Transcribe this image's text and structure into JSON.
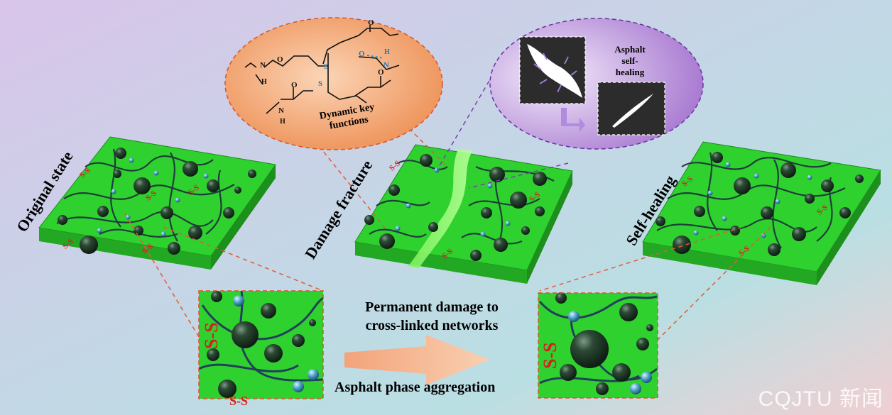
{
  "labels": {
    "original_state": "Original state",
    "damage_fracture": "Damage fracture",
    "self_healing": "Self-healing",
    "permanent_damage_line1": "Permanent damage to",
    "permanent_damage_line2": "cross-linked networks",
    "asphalt_aggregation": "Asphalt phase aggregation",
    "dynamic_key_line1": "Dynamic key",
    "dynamic_key_line2": "functions",
    "asphalt_line1": "Asphalt",
    "asphalt_line2": "self-",
    "asphalt_line3": "healing",
    "ss_bond": "S-S"
  },
  "chem_atoms": {
    "n": "N",
    "h": "H",
    "o": "O",
    "s": "S"
  },
  "watermark": "CQJTU 新闻",
  "colors": {
    "matrix_green": "#2fd12f",
    "matrix_dark": "#1a8f1a",
    "particle": "#1f3a24",
    "node": "#4fa6c8",
    "bond_red": "#d42020",
    "orange_bubble": "#f3a36e",
    "purple_bubble": "#b58ad6",
    "arrow": "#f2a071"
  }
}
